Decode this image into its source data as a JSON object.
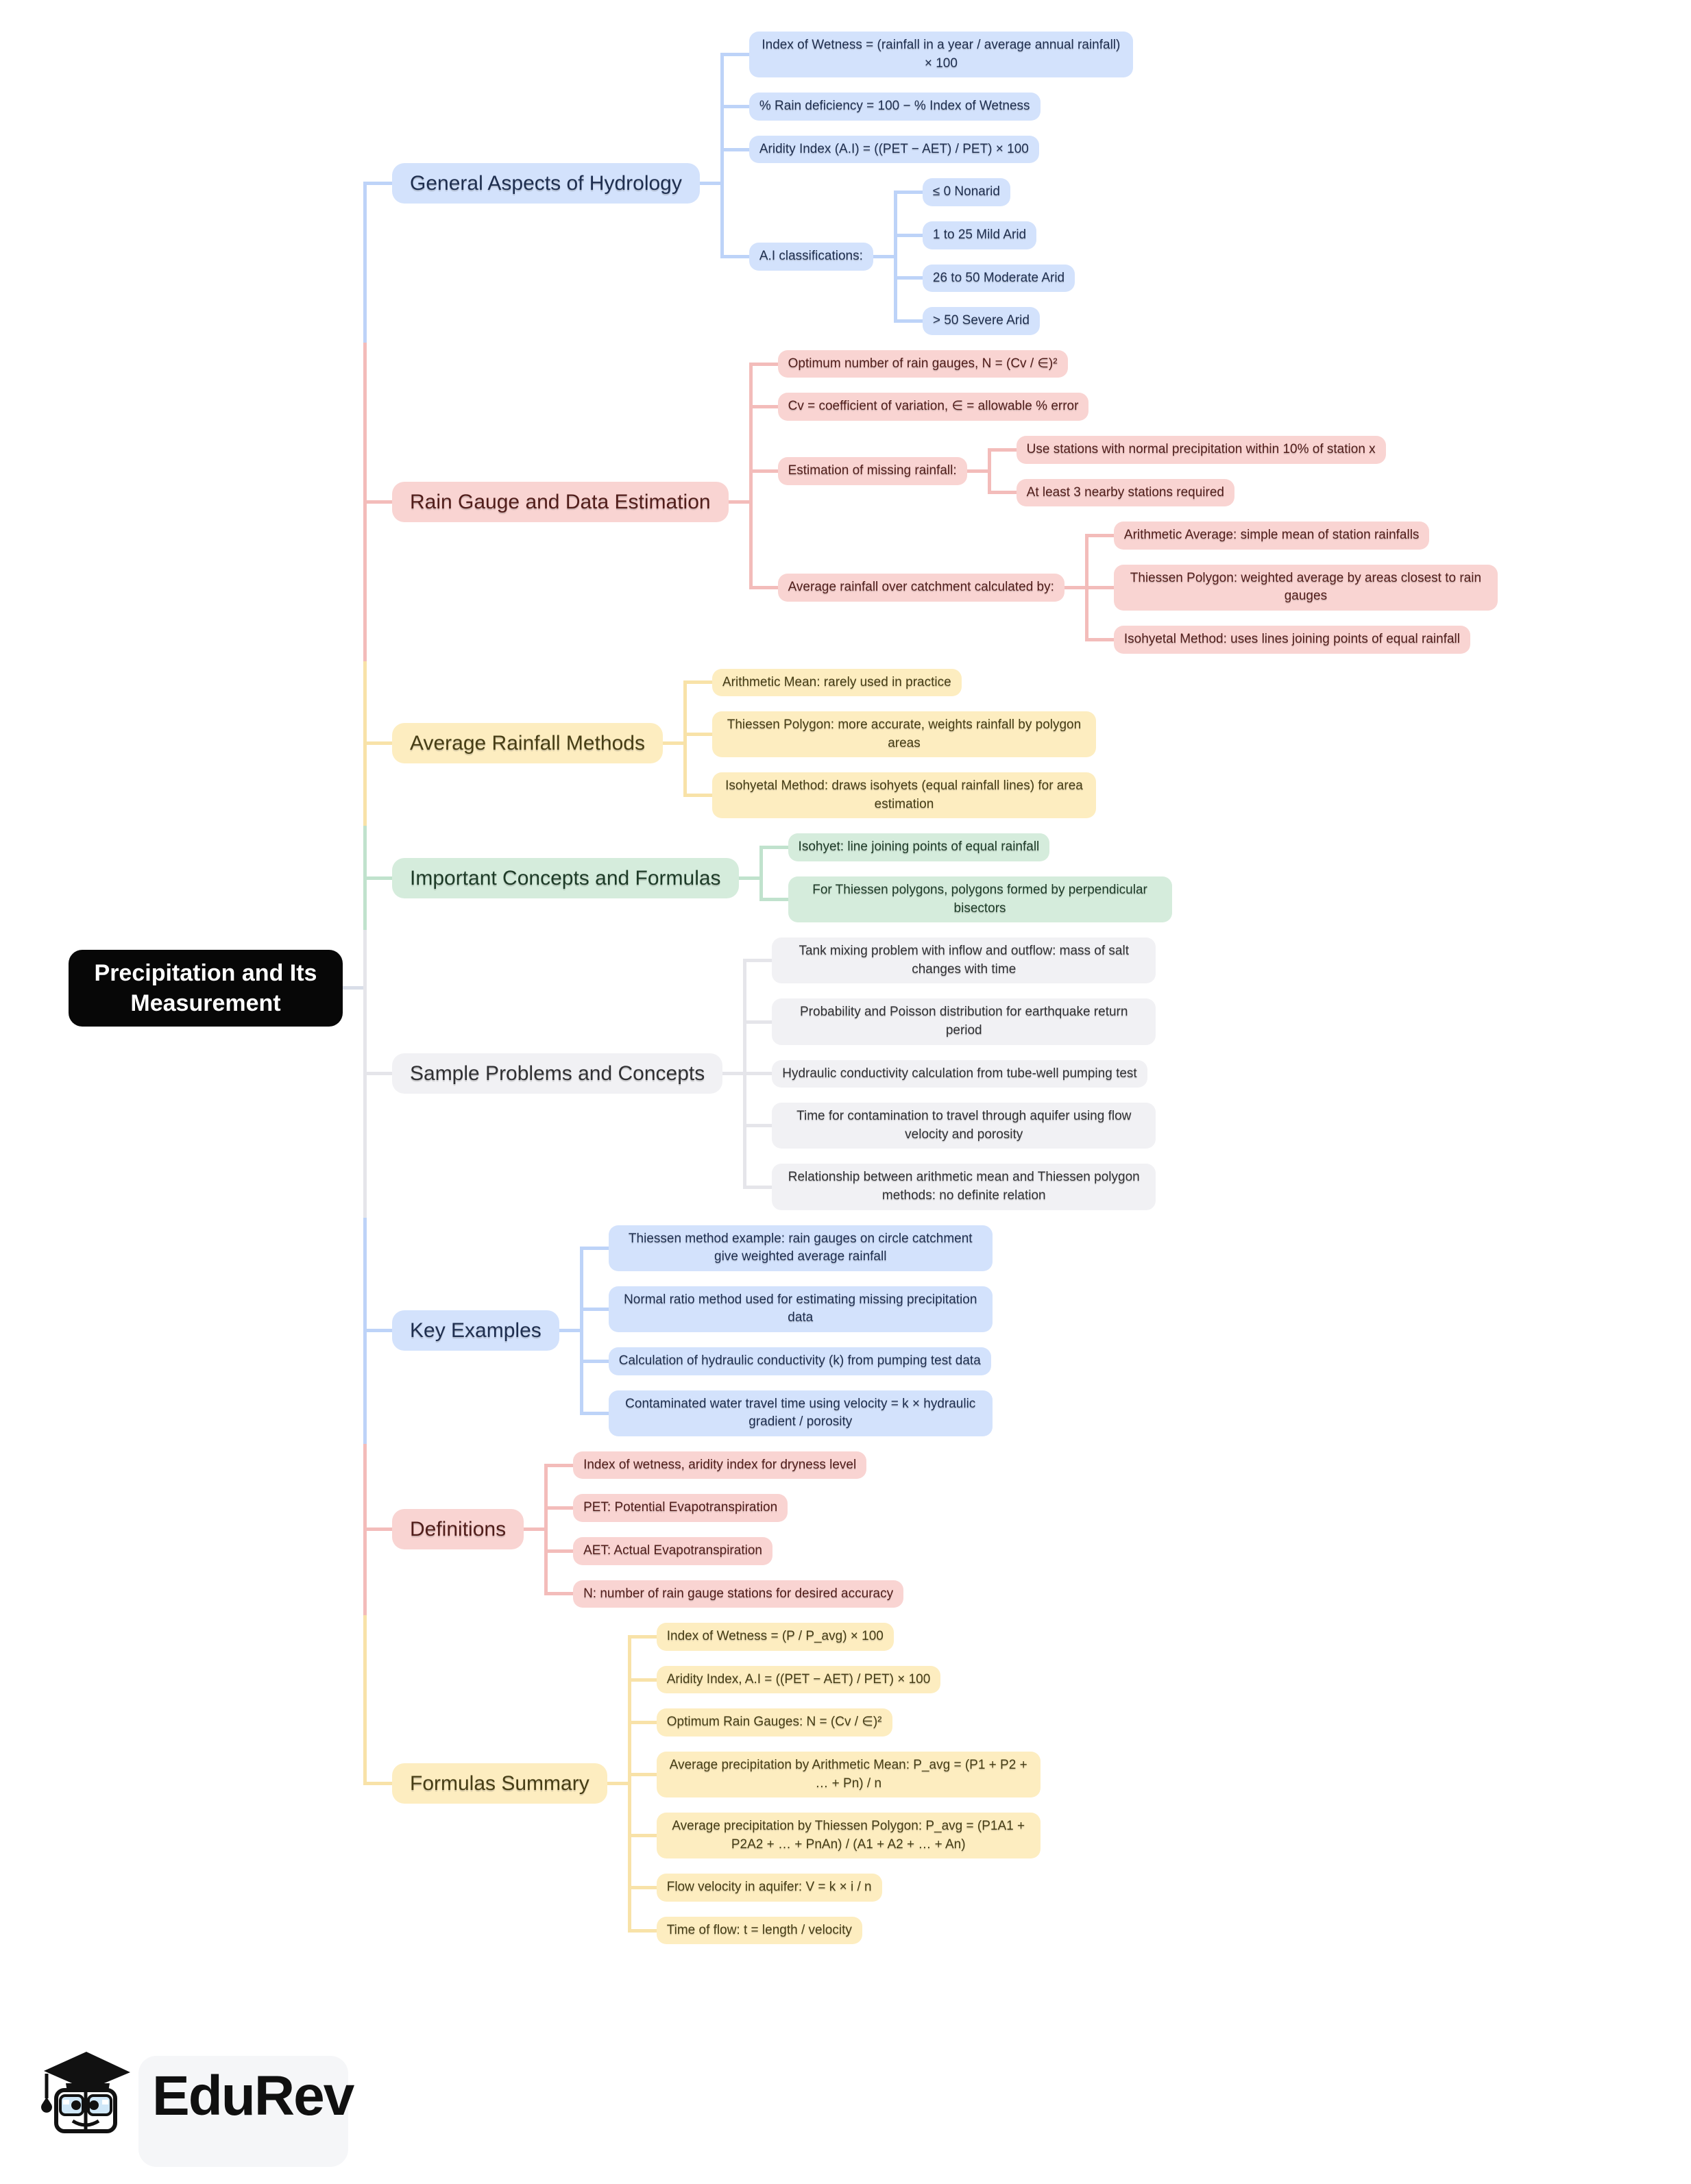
{
  "map": {
    "root": {
      "label": "Precipitation and Its Measurement",
      "children": [
        {
          "label": "General Aspects of Hydrology",
          "color": "blue",
          "children": [
            {
              "label": "Index of Wetness = (rainfall in a year / average annual rainfall) × 100"
            },
            {
              "label": "% Rain deficiency = 100 − % Index of Wetness"
            },
            {
              "label": "Aridity Index (A.I) = ((PET − AET) / PET) × 100"
            },
            {
              "label": "A.I classifications:",
              "children": [
                {
                  "label": "≤ 0 Nonarid"
                },
                {
                  "label": "1 to 25 Mild Arid"
                },
                {
                  "label": "26 to 50 Moderate Arid"
                },
                {
                  "label": "> 50 Severe Arid"
                }
              ]
            }
          ]
        },
        {
          "label": "Rain Gauge and Data Estimation",
          "color": "pink",
          "children": [
            {
              "label": "Optimum number of rain gauges, N = (Cv / ∈)²"
            },
            {
              "label": "Cv = coefficient of variation, ∈ = allowable % error"
            },
            {
              "label": "Estimation of missing rainfall:",
              "children": [
                {
                  "label": "Use stations with normal precipitation within 10% of station x"
                },
                {
                  "label": "At least 3 nearby stations required"
                }
              ]
            },
            {
              "label": "Average rainfall over catchment calculated by:",
              "children": [
                {
                  "label": "Arithmetic Average: simple mean of station rainfalls"
                },
                {
                  "label": "Thiessen Polygon: weighted average by areas closest to rain gauges"
                },
                {
                  "label": "Isohyetal Method: uses lines joining points of equal rainfall"
                }
              ]
            }
          ]
        },
        {
          "label": "Average Rainfall Methods",
          "color": "yellow",
          "children": [
            {
              "label": "Arithmetic Mean: rarely used in practice"
            },
            {
              "label": "Thiessen Polygon: more accurate, weights rainfall by polygon areas"
            },
            {
              "label": "Isohyetal Method: draws isohyets (equal rainfall lines) for area estimation"
            }
          ]
        },
        {
          "label": "Important Concepts and Formulas",
          "color": "green",
          "children": [
            {
              "label": "Isohyet: line joining points of equal rainfall"
            },
            {
              "label": "For Thiessen polygons, polygons formed by perpendicular bisectors"
            }
          ]
        },
        {
          "label": "Sample Problems and Concepts",
          "color": "gray",
          "children": [
            {
              "label": "Tank mixing problem with inflow and outflow: mass of salt changes with time"
            },
            {
              "label": "Probability and Poisson distribution for earthquake return period"
            },
            {
              "label": "Hydraulic conductivity calculation from tube-well pumping test"
            },
            {
              "label": "Time for contamination to travel through aquifer using flow velocity and porosity"
            },
            {
              "label": "Relationship between arithmetic mean and Thiessen polygon methods: no definite relation"
            }
          ]
        },
        {
          "label": "Key Examples",
          "color": "blue",
          "children": [
            {
              "label": "Thiessen method example: rain gauges on circle catchment give weighted average rainfall"
            },
            {
              "label": "Normal ratio method used for estimating missing precipitation data"
            },
            {
              "label": "Calculation of hydraulic conductivity (k) from pumping test data"
            },
            {
              "label": "Contaminated water travel time using velocity = k × hydraulic gradient / porosity"
            }
          ]
        },
        {
          "label": "Definitions",
          "color": "pink",
          "children": [
            {
              "label": "Index of wetness, aridity index for dryness level"
            },
            {
              "label": "PET: Potential Evapotranspiration"
            },
            {
              "label": "AET: Actual Evapotranspiration"
            },
            {
              "label": "N: number of rain gauge stations for desired accuracy"
            }
          ]
        },
        {
          "label": "Formulas Summary",
          "color": "yellow",
          "children": [
            {
              "label": "Index of Wetness = (P / P_avg) × 100"
            },
            {
              "label": "Aridity Index, A.I = ((PET − AET) / PET) × 100"
            },
            {
              "label": "Optimum Rain Gauges: N = (Cv / ∈)²"
            },
            {
              "label": "Average precipitation by Arithmetic Mean: P_avg = (P1 + P2 + … + Pn) / n"
            },
            {
              "label": "Average precipitation by Thiessen Polygon: P_avg = (P1A1 + P2A2 + … + PnAn) / (A1 + A2 + … + An)"
            },
            {
              "label": "Flow velocity in aquifer: V = k × i / n"
            },
            {
              "label": "Time of flow: t = length / velocity"
            }
          ]
        }
      ]
    }
  },
  "theme": {
    "root_fill": "#070707",
    "root_text": "#ffffff",
    "trunk_line": "#d9dee8",
    "palette": {
      "blue": {
        "fill": "#d3e2fc",
        "text": "#1e2e4f",
        "line": "#bdd3f8"
      },
      "pink": {
        "fill": "#f9d4d2",
        "text": "#511d1a",
        "line": "#f3bcba"
      },
      "yellow": {
        "fill": "#fdedc0",
        "text": "#463d14",
        "line": "#f8e2a8"
      },
      "green": {
        "fill": "#d5ecdc",
        "text": "#1d3b27",
        "line": "#c0e2cd"
      },
      "gray": {
        "fill": "#f1f1f4",
        "text": "#303033",
        "line": "#e5e5ea"
      }
    }
  },
  "footer": {
    "brand": "EduRev"
  }
}
